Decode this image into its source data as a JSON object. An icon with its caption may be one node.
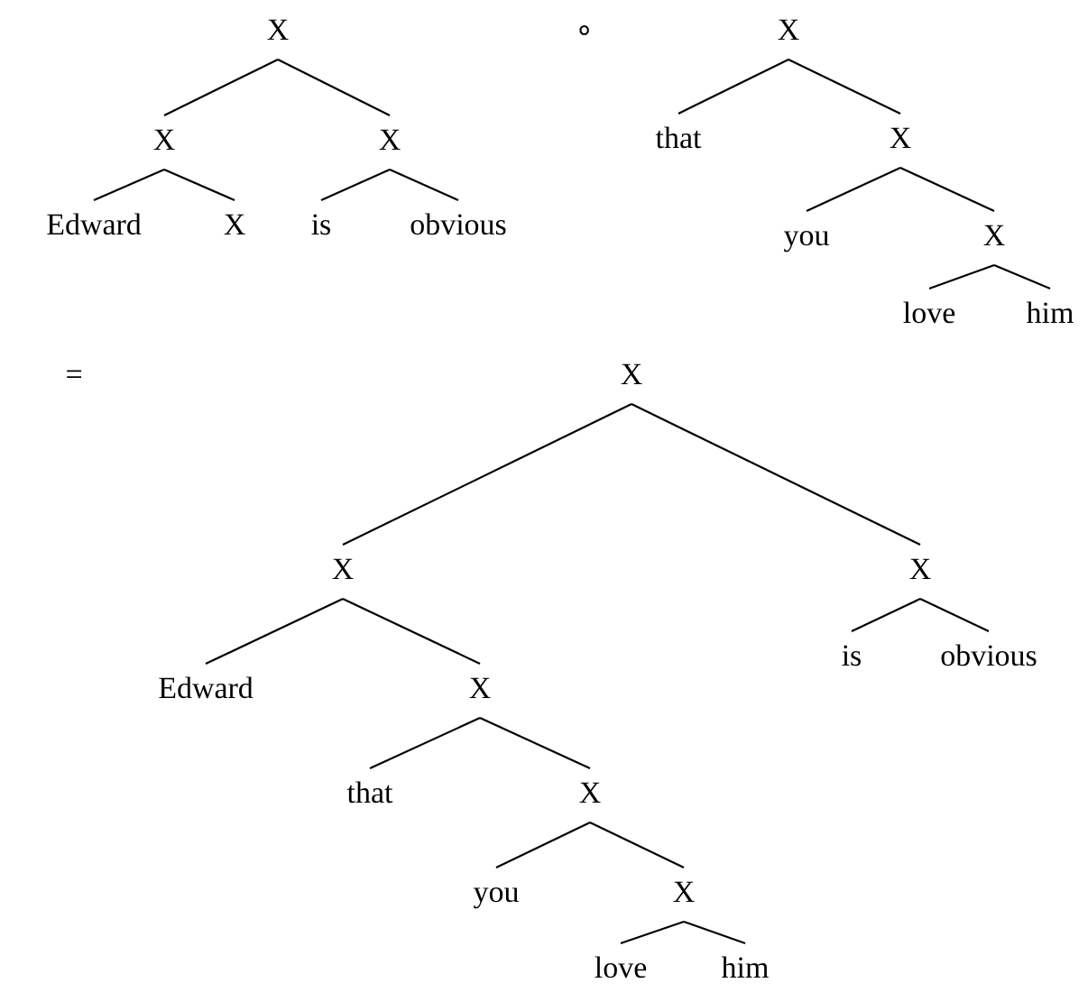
{
  "diagram": {
    "nodes": [
      {
        "text": [
          "X"
        ]
      },
      {
        "text": [
          "X"
        ]
      },
      {
        "text": [
          "X"
        ]
      },
      {
        "text": [
          "Edward"
        ]
      },
      {
        "text": [
          "X"
        ]
      },
      {
        "text": [
          "is"
        ]
      },
      {
        "text": [
          "obvious"
        ]
      },
      {
        "text": [
          "X"
        ]
      },
      {
        "text": [
          "that"
        ]
      },
      {
        "text": [
          "X"
        ]
      },
      {
        "text": [
          "you"
        ]
      },
      {
        "text": [
          "X"
        ]
      },
      {
        "text": [
          "love"
        ]
      },
      {
        "text": [
          "him"
        ]
      },
      {
        "text": [
          "X"
        ]
      },
      {
        "text": [
          "X"
        ]
      },
      {
        "text": [
          "X"
        ]
      },
      {
        "text": [
          "Edward"
        ]
      },
      {
        "text": [
          "X"
        ]
      },
      {
        "text": [
          "that"
        ]
      },
      {
        "text": [
          "X"
        ]
      },
      {
        "text": [
          "you"
        ]
      },
      {
        "text": [
          "X"
        ]
      },
      {
        "text": [
          "love"
        ]
      },
      {
        "text": [
          "him"
        ]
      },
      {
        "text": [
          "is"
        ]
      },
      {
        "text": [
          "obvious"
        ]
      }
    ],
    "edges": [
      {
        "from": 0,
        "to": 1,
        "arrow": "none"
      },
      {
        "from": 0,
        "to": 2,
        "arrow": "none"
      },
      {
        "from": 1,
        "to": 3,
        "arrow": "none"
      },
      {
        "from": 1,
        "to": 4,
        "arrow": "none"
      },
      {
        "from": 2,
        "to": 5,
        "arrow": "none"
      },
      {
        "from": 2,
        "to": 6,
        "arrow": "none"
      },
      {
        "from": 7,
        "to": 8,
        "arrow": "none"
      },
      {
        "from": 7,
        "to": 9,
        "arrow": "none"
      },
      {
        "from": 9,
        "to": 10,
        "arrow": "none"
      },
      {
        "from": 9,
        "to": 11,
        "arrow": "none"
      },
      {
        "from": 11,
        "to": 12,
        "arrow": "none"
      },
      {
        "from": 11,
        "to": 13,
        "arrow": "none"
      },
      {
        "from": 14,
        "to": 15,
        "arrow": "none"
      },
      {
        "from": 14,
        "to": 16,
        "arrow": "none"
      },
      {
        "from": 15,
        "to": 17,
        "arrow": "none"
      },
      {
        "from": 15,
        "to": 18,
        "arrow": "none"
      },
      {
        "from": 18,
        "to": 19,
        "arrow": "none"
      },
      {
        "from": 18,
        "to": 20,
        "arrow": "none"
      },
      {
        "from": 20,
        "to": 21,
        "arrow": "none"
      },
      {
        "from": 20,
        "to": 22,
        "arrow": "none"
      },
      {
        "from": 22,
        "to": 23,
        "arrow": "none"
      },
      {
        "from": 22,
        "to": 24,
        "arrow": "none"
      },
      {
        "from": 16,
        "to": 25,
        "arrow": "none"
      },
      {
        "from": 16,
        "to": 26,
        "arrow": "none"
      }
    ],
    "labels": [
      "∘",
      "="
    ]
  }
}
